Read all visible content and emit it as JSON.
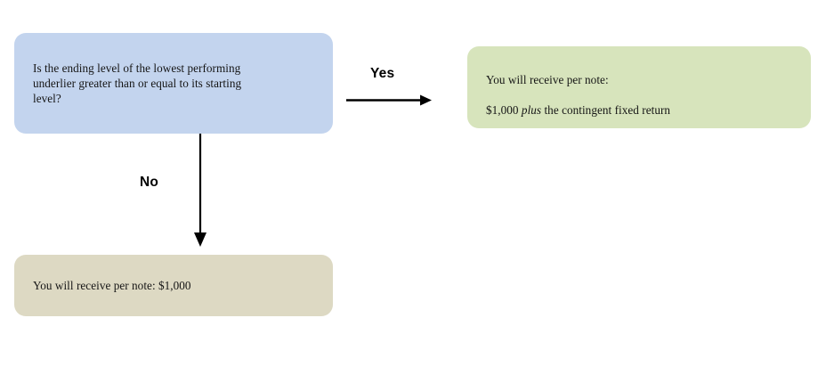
{
  "diagram": {
    "type": "decision-flowchart",
    "background_color": "#ffffff",
    "nodes": [
      {
        "id": "decision",
        "role": "decision",
        "color": "#c3d4ee",
        "text": "Is the ending level of the lowest performing\nunderlier greater than or equal to its starting\nlevel?"
      },
      {
        "id": "yes-outcome",
        "role": "outcome",
        "color": "#d7e4bc",
        "line1": "You will receive per note:",
        "line2_prefix": "$1,000 ",
        "line2_italic": "plus",
        "line2_suffix": " the contingent fixed return"
      },
      {
        "id": "no-outcome",
        "role": "outcome",
        "color": "#ddd9c3",
        "text": "You will receive per note: $1,000"
      }
    ],
    "edges": [
      {
        "id": "yes-edge",
        "label": "Yes",
        "from": "decision",
        "to": "yes-outcome",
        "direction": "right",
        "color": "#000000"
      },
      {
        "id": "no-edge",
        "label": "No",
        "from": "decision",
        "to": "no-outcome",
        "direction": "down",
        "color": "#000000"
      }
    ]
  }
}
